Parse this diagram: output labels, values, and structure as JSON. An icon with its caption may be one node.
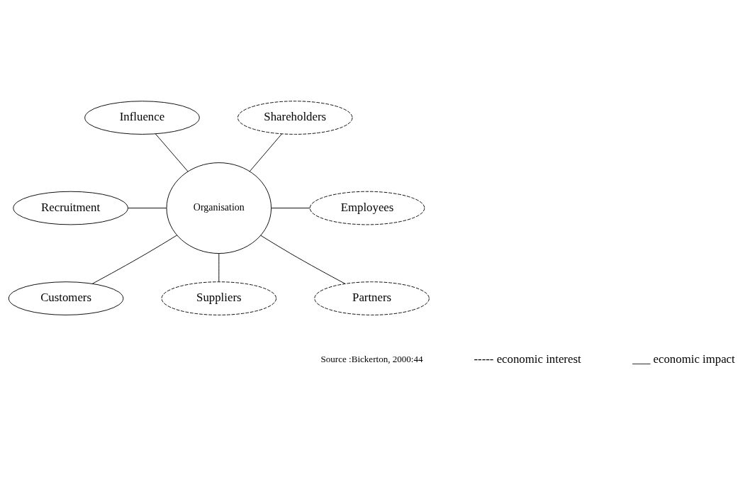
{
  "diagram": {
    "nodes": [
      {
        "text": [
          "Influence"
        ]
      },
      {
        "text": [
          "Shareholders"
        ]
      },
      {
        "text": [
          "Recruitment"
        ]
      },
      {
        "text": [
          "Organisation"
        ]
      },
      {
        "text": [
          "Employees"
        ]
      },
      {
        "text": [
          "Customers"
        ]
      },
      {
        "text": [
          "Suppliers"
        ]
      },
      {
        "text": [
          "Partners"
        ]
      }
    ],
    "edges": [
      {
        "from": 0,
        "to": 3,
        "arrow": "none"
      },
      {
        "from": 1,
        "to": 3,
        "arrow": "none"
      },
      {
        "from": 2,
        "to": 3,
        "arrow": "none"
      },
      {
        "from": 3,
        "to": 4,
        "arrow": "none"
      },
      {
        "from": 3,
        "to": 5,
        "arrow": "none"
      },
      {
        "from": 3,
        "to": 6,
        "arrow": "none"
      },
      {
        "from": 3,
        "to": 7,
        "arrow": "none"
      }
    ],
    "labels": [
      "Source :Bickerton, 2000:44"
    ],
    "legend": [
      {
        "text": "----- economic interest"
      },
      {
        "text": "___ economic impact"
      }
    ]
  }
}
